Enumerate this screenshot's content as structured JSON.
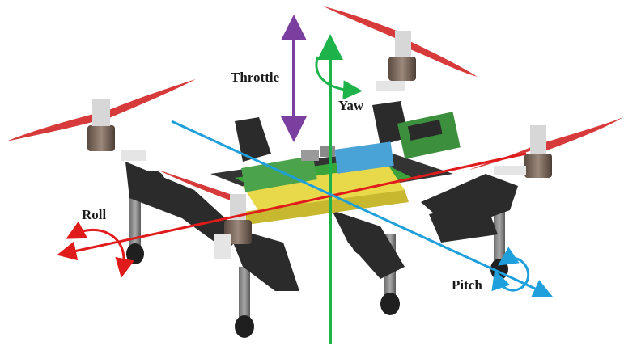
{
  "labels": {
    "throttle": "Throttle",
    "yaw": "Yaw",
    "roll": "Roll",
    "pitch": "Pitch"
  },
  "colors": {
    "throttle_axis": "#7b3fa0",
    "yaw_axis": "#1db34a",
    "roll_axis": "#e01b1b",
    "pitch_axis": "#1f9fdc",
    "propeller": "#d63a3a",
    "frame": "#2b2b2b",
    "board_green": "#3aa33a",
    "battery": "#e8d94a",
    "motor": "#7a6a5e"
  },
  "icons": [
    "propeller-icon",
    "motor-icon",
    "leg-icon",
    "circuit-board-icon"
  ]
}
